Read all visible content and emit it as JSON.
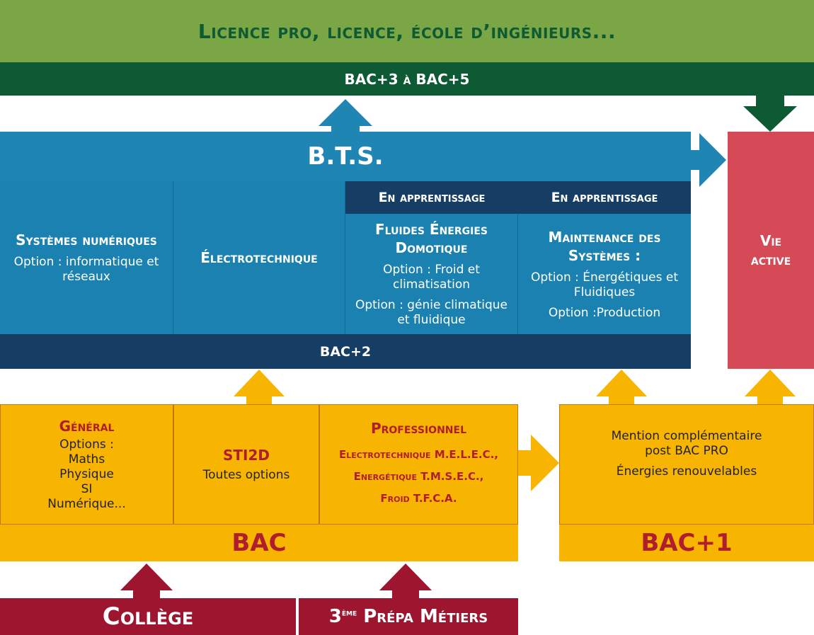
{
  "top": {
    "title": "Licence pro, licence, école d’ingénieurs...",
    "level": "BAC+3 à BAC+5"
  },
  "bts": {
    "title": "B.T.S.",
    "apprentissage_1": "En apprentissage",
    "apprentissage_2": "En apprentissage",
    "columns": [
      {
        "title": "Systèmes numériques",
        "options": [
          "Option : informatique et réseaux"
        ]
      },
      {
        "title": "Électrotechnique",
        "options": []
      },
      {
        "title": "Fluides Énergies Domotique",
        "options": [
          "Option : Froid et climatisation",
          "Option : génie climatique et fluidique"
        ]
      },
      {
        "title": "Maintenance des Systèmes :",
        "options": [
          "Option : Énergétiques et Fluidiques",
          "Option :Production"
        ]
      }
    ],
    "level": "BAC+2"
  },
  "vie_active": "Vie active",
  "bac": {
    "general": {
      "title": "Général",
      "lines": [
        "Options :",
        "Maths",
        "Physique",
        "SI",
        "Numérique..."
      ]
    },
    "sti2d": {
      "title": "STI2D",
      "subtitle": "Toutes options"
    },
    "pro": {
      "title": "Professionnel",
      "lines": [
        "Electrotechnique M.E.L.E.C.,",
        "Energétique T.M.S.E.C.,",
        "Froid T.F.C.A."
      ]
    },
    "label": "BAC"
  },
  "bac1": {
    "lines": [
      "Mention complémentaire",
      "post BAC PRO",
      "Énergies renouvelables"
    ],
    "label": "BAC+1"
  },
  "bottom": {
    "college": "Collège",
    "prepa_num": "3",
    "prepa_sup": "ème",
    "prepa_rest": "Prépa Métiers"
  },
  "colors": {
    "green": "#7aa646",
    "dark_green": "#0d5a34",
    "blue": "#1f86b3",
    "navy": "#163d63",
    "red": "#d64a58",
    "yellow": "#f7b400",
    "crimson": "#9e1530",
    "text_red": "#b01e2e"
  }
}
